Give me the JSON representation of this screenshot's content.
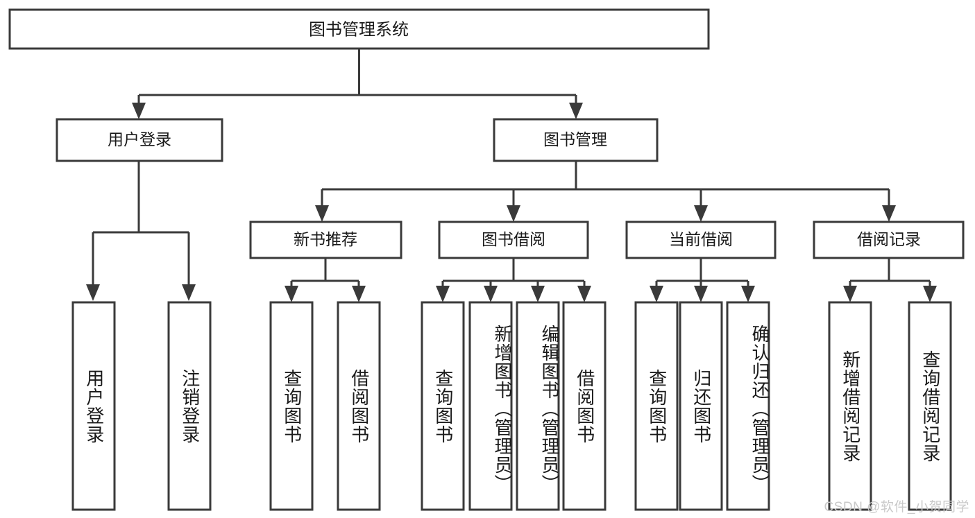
{
  "diagram": {
    "title": "图书管理系统",
    "watermark": "CSDN @软件_小贺同学",
    "stroke_color": "#3a3a3a",
    "fill_color": "#ffffff",
    "text_color": "#1a1a1a",
    "watermark_color": "#c9c9c9",
    "levels": {
      "root": {
        "label": "图书管理系统"
      },
      "level2": [
        {
          "label": "用户登录"
        },
        {
          "label": "图书管理"
        }
      ],
      "level3": [
        {
          "label": "新书推荐"
        },
        {
          "label": "图书借阅"
        },
        {
          "label": "当前借阅"
        },
        {
          "label": "借阅记录"
        }
      ],
      "leaves": [
        {
          "label": "用户登录",
          "parent": "用户登录"
        },
        {
          "label": "注销登录",
          "parent": "用户登录"
        },
        {
          "label": "查询图书",
          "parent": "新书推荐"
        },
        {
          "label": "借阅图书",
          "parent": "新书推荐"
        },
        {
          "label": "查询图书",
          "parent": "图书借阅"
        },
        {
          "label": "新增图书（管理员）",
          "parent": "图书借阅"
        },
        {
          "label": "编辑图书（管理员）",
          "parent": "图书借阅"
        },
        {
          "label": "借阅图书",
          "parent": "图书借阅"
        },
        {
          "label": "查询图书",
          "parent": "当前借阅"
        },
        {
          "label": "归还图书",
          "parent": "当前借阅"
        },
        {
          "label": "确认归还（管理员）",
          "parent": "当前借阅"
        },
        {
          "label": "新增借阅记录",
          "parent": "借阅记录"
        },
        {
          "label": "查询借阅记录",
          "parent": "借阅记录"
        }
      ]
    }
  }
}
